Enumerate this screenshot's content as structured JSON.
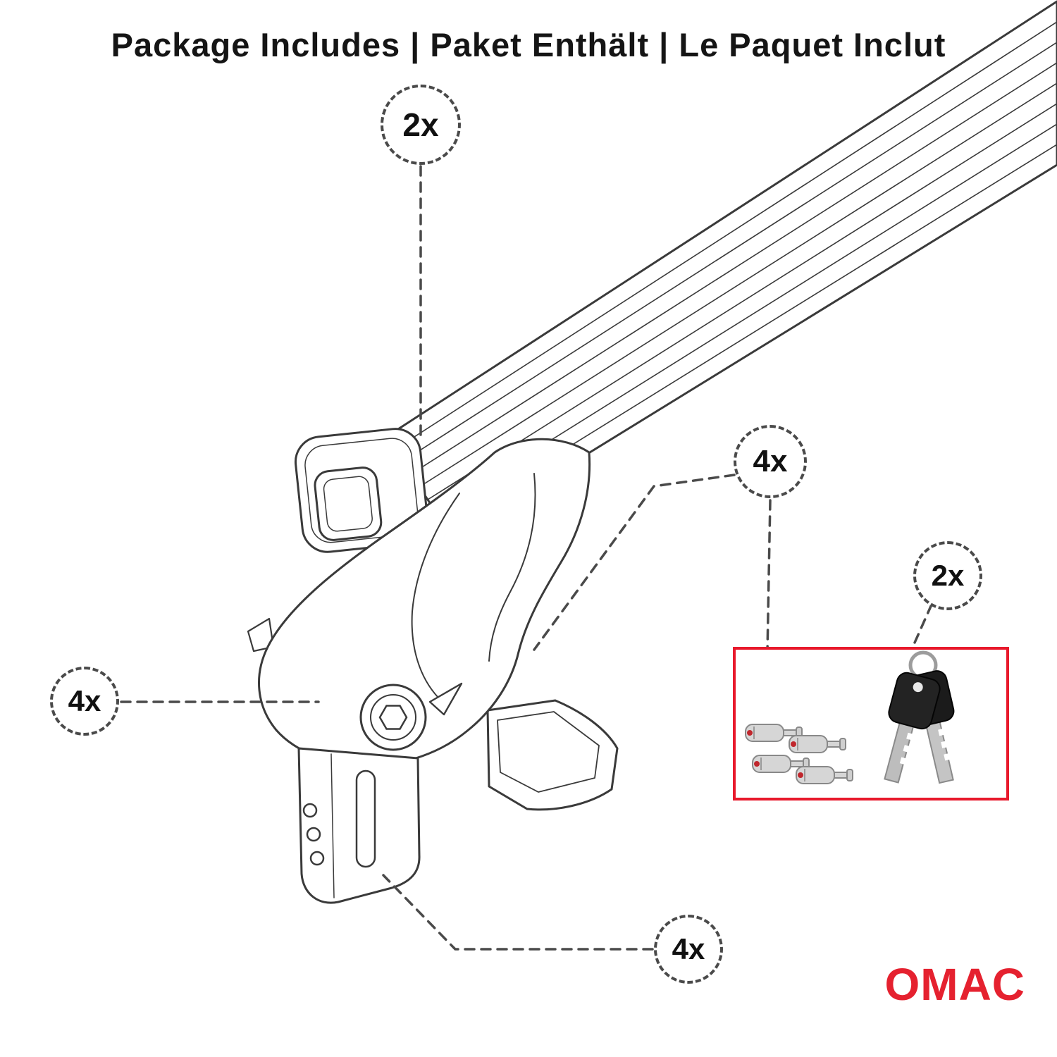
{
  "title": "Package Includes | Paket Enthält | Le Paquet Inclut",
  "callouts": {
    "crossbar": "2x",
    "lock_bolts": "4x",
    "keys": "2x",
    "foot": "4x",
    "clamp": "4x"
  },
  "logo": "OMAC",
  "colors": {
    "accent_red": "#e5212f",
    "hardware_box_red": "#e8192c",
    "drawing_line_gray": "#3a3a3a"
  }
}
